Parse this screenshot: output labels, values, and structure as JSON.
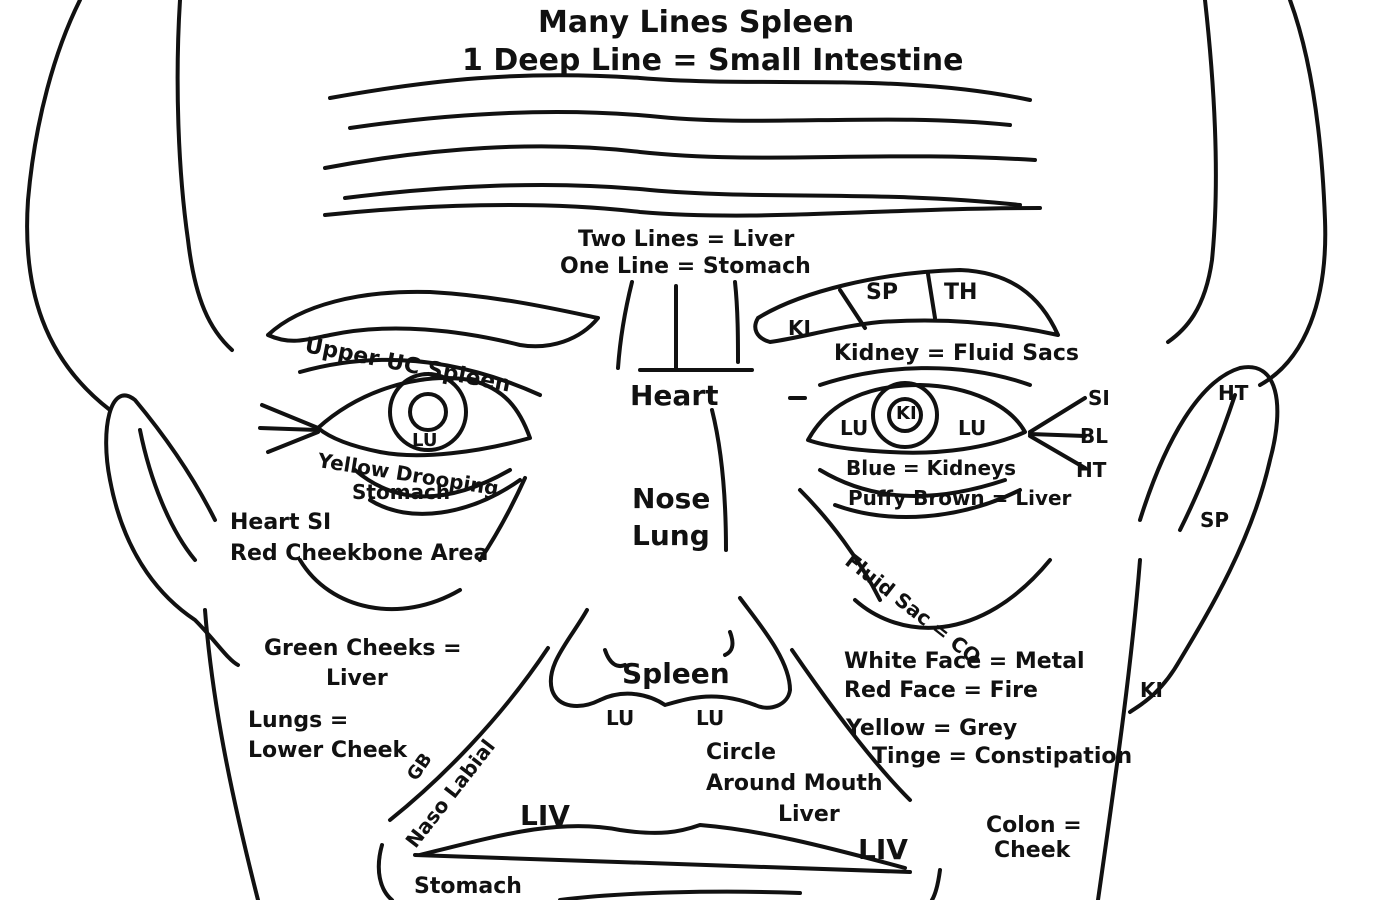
{
  "top": {
    "line1": "Many Lines Spleen",
    "line2": "1 Deep Line = Small Intestine"
  },
  "brow": {
    "line1": "Two Lines = Liver",
    "line2": "One Line = Stomach",
    "ki": "KI",
    "sp": "SP",
    "th": "TH",
    "kidney": "Kidney = Fluid Sacs",
    "upper": "Upper UC Spleen"
  },
  "center": {
    "heart": "Heart",
    "nose": "Nose",
    "lung": "Lung",
    "spleen": "Spleen",
    "lu_left": "LU",
    "lu_right": "LU"
  },
  "left_eye": {
    "lu": "LU",
    "line1": "Yellow Drooping",
    "line2": "Stomach"
  },
  "right_eye": {
    "lu_left": "LU",
    "ki": "KI",
    "lu_right": "LU",
    "line1": "Blue = Kidneys",
    "line2": "Puffy Brown = Liver"
  },
  "side_right": {
    "si": "SI",
    "bl": "BL",
    "ht": "HT"
  },
  "ear_right": {
    "ht": "HT",
    "sp": "SP",
    "ki": "KI"
  },
  "left_cheek": {
    "heart1": "Heart SI",
    "heart2": "Red Cheekbone Area",
    "green1": "Green Cheeks =",
    "green2": "Liver",
    "lungs1": "Lungs =",
    "lungs2": "Lower Cheek"
  },
  "right_cheek": {
    "fluid": "Fluid Sac = CO",
    "white": "White Face = Metal",
    "red": "Red Face = Fire",
    "yellow": "Yellow = Grey",
    "tinge": "Tinge = Constipation",
    "colon1": "Colon =",
    "colon2": "Cheek"
  },
  "mouth": {
    "gb": "GB",
    "naso": "Naso Labial",
    "circle1": "Circle",
    "circle2": "Around Mouth",
    "circle3": "Liver",
    "liv_left": "LIV",
    "liv_right": "LIV",
    "stomach": "Stomach"
  }
}
